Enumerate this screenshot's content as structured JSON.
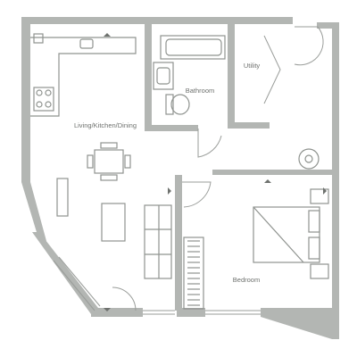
{
  "rooms": {
    "living": "Living/Kitchen/Dining",
    "bathroom": "Bathroom",
    "utility": "Utility",
    "bedroom": "Bedroom"
  },
  "colors": {
    "wall": "#b3b6b3",
    "line": "#8f938f",
    "text": "#6e716e",
    "background": "#ffffff"
  }
}
